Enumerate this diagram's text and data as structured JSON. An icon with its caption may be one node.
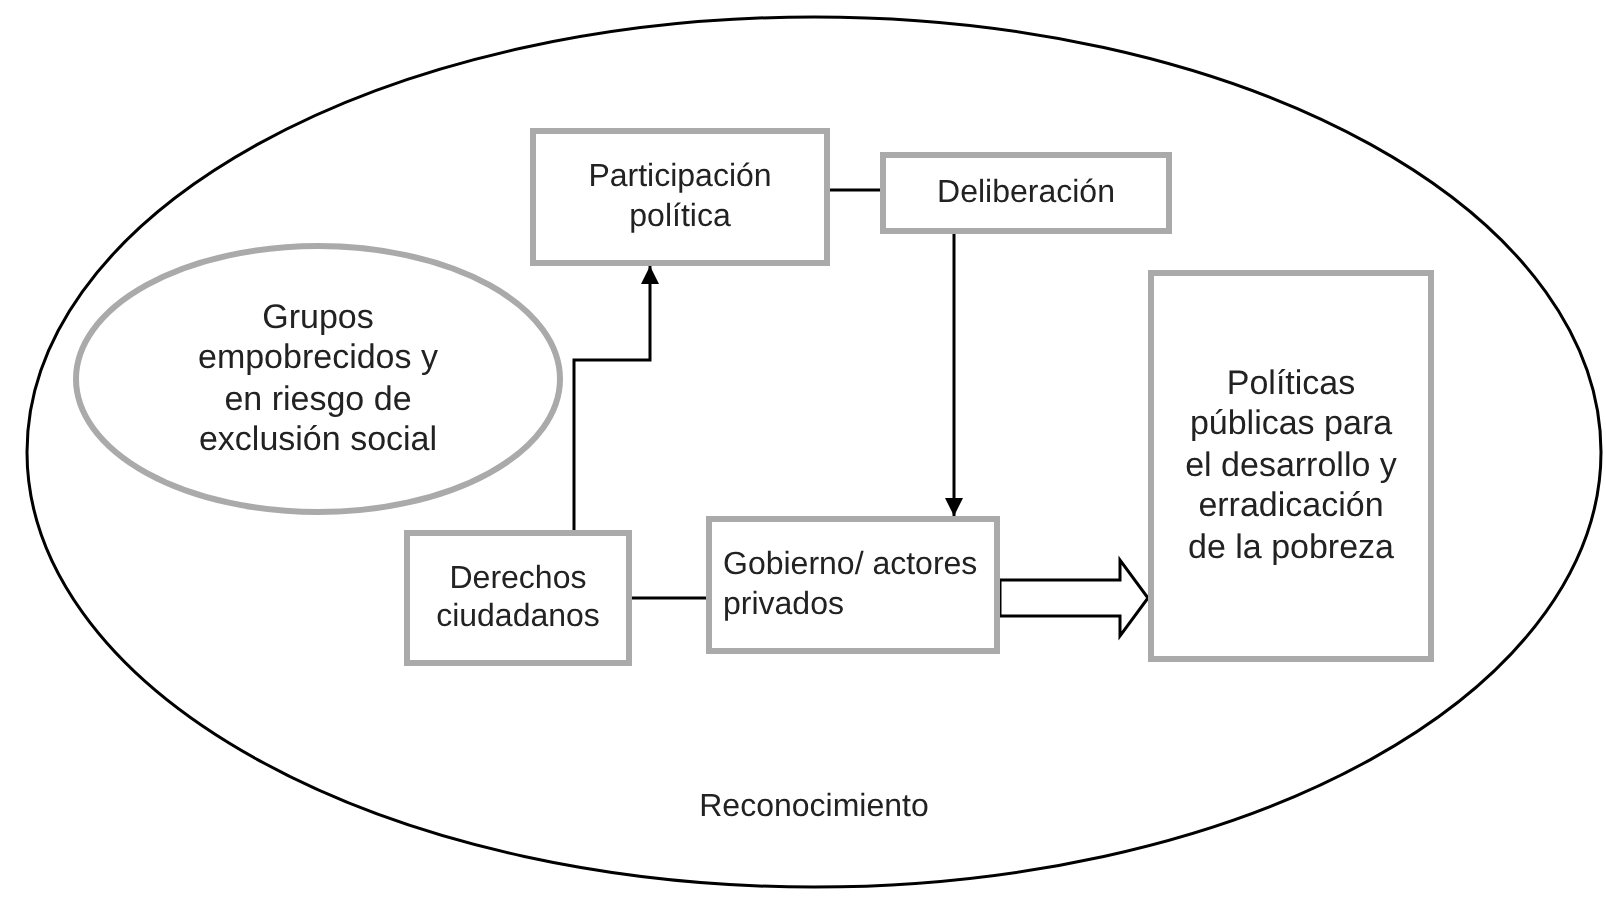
{
  "diagram": {
    "nodes": [
      {
        "text": [
          "Reconocimiento"
        ]
      },
      {
        "text": [
          "Participación política"
        ],
        "in": 0
      },
      {
        "text": [
          "Deliberación"
        ],
        "in": 0
      },
      {
        "text": [
          "Grupos empobrecidos y en riesgo de exclusión social"
        ],
        "in": 0
      },
      {
        "text": [
          "Políticas públicas para el desarrollo y erradicación de la pobreza"
        ],
        "in": 0
      },
      {
        "text": [
          "Derechos ciudadanos"
        ],
        "in": 0
      },
      {
        "text": [
          "Gobierno/ actores privados"
        ],
        "in": 0
      }
    ],
    "edges": [
      {
        "from": 1,
        "to": 2,
        "arrow": "none"
      },
      {
        "from": 2,
        "to": 6,
        "arrow": "to"
      },
      {
        "from": 5,
        "to": 1,
        "arrow": "to"
      },
      {
        "from": 5,
        "to": 6,
        "arrow": "none"
      },
      {
        "from": 6,
        "to": 4,
        "arrow": "to",
        "style": "thick"
      }
    ]
  }
}
